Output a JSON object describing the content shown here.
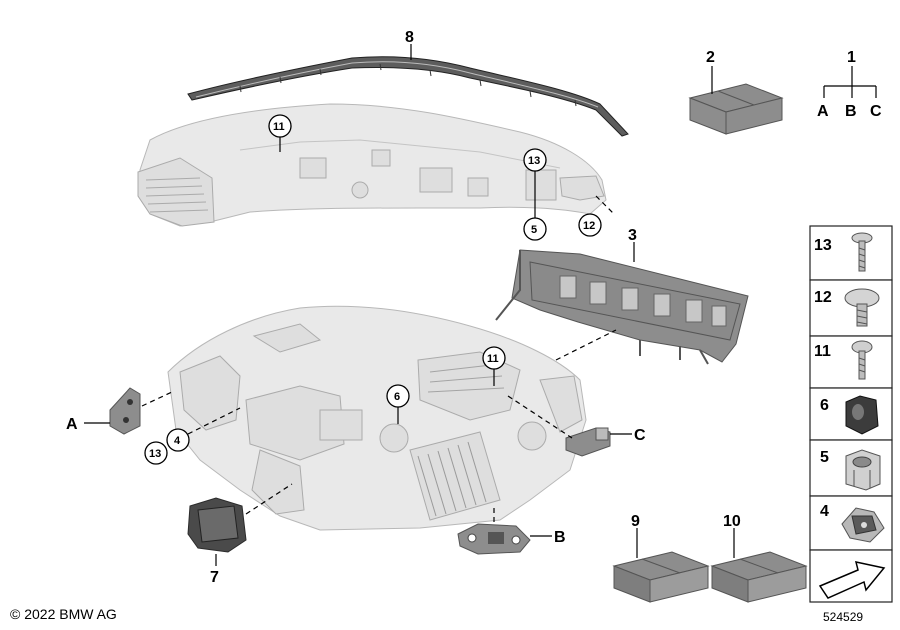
{
  "diagram": {
    "callouts": {
      "c1": "1",
      "c2": "2",
      "c3": "3",
      "c4": "4",
      "c5": "5",
      "c6": "6",
      "c7": "7",
      "c8": "8",
      "c9": "9",
      "c10": "10",
      "c11a": "11",
      "c11b": "11",
      "c12": "12",
      "c13a": "13",
      "c13b": "13",
      "A": "A",
      "B": "B",
      "C": "C"
    },
    "variant_tree": {
      "root": "1",
      "branches": [
        "A",
        "B",
        "C"
      ]
    },
    "side_panel": [
      {
        "number": "13",
        "icon": "screw-icon"
      },
      {
        "number": "12",
        "icon": "flat-head-screw-icon"
      },
      {
        "number": "11",
        "icon": "screw-icon"
      },
      {
        "number": "6",
        "icon": "grommet-icon"
      },
      {
        "number": "5",
        "icon": "clip-nut-icon"
      },
      {
        "number": "4",
        "icon": "spring-clip-icon"
      },
      {
        "number": "",
        "icon": "arrow-icon"
      }
    ]
  },
  "footer": {
    "copyright": "© 2022 BMW AG",
    "image_number": "524529"
  }
}
